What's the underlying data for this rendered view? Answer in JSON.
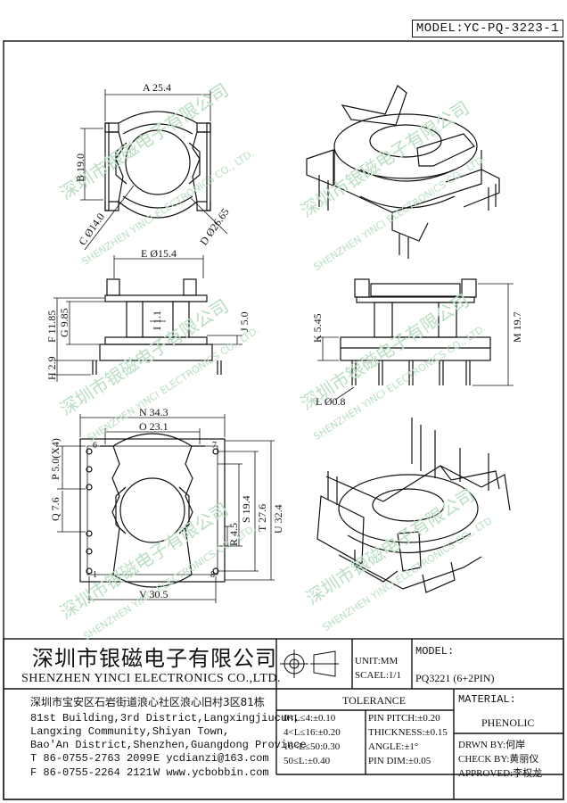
{
  "header": {
    "model_label": "MODEL:YC-PQ-3223-1"
  },
  "dimensions": {
    "top": {
      "a": "A 25.4",
      "b": "B 19.0",
      "c": "C Ø14.0",
      "d": "D Ø26.65"
    },
    "side": {
      "e": "E Ø15.4",
      "f": "F 11.85",
      "g": "G 9.85",
      "h": "H 2.9",
      "i": "I 1.1",
      "j": "J 5.0"
    },
    "front": {
      "k": "K 5.45",
      "l": "L Ø0.8",
      "m": "M 19.7"
    },
    "bottom": {
      "n": "N 34.3",
      "o": "O 23.1",
      "p": "P 5.0(X4)",
      "q": "Q 7.6",
      "r": "R 4.5",
      "s": "S 19.4",
      "t": "T 27.6",
      "u": "U 32.4",
      "v": "V 30.5"
    },
    "pins": {
      "p1": "1",
      "p6": "6",
      "p7": "7",
      "p8": "8"
    }
  },
  "watermark": {
    "cn": "深圳市银磁电子有限公司",
    "en": "SHENZHEN YINCI ELECTRONICS CO., LTD."
  },
  "title_block": {
    "company_cn": "深圳市银磁电子有限公司",
    "company_en": "SHENZHEN YINCI ELECTRONICS CO.,LTD.",
    "address_cn": "深圳市宝安区石岩街道浪心社区浪心旧村3区81栋",
    "address_en_1": "81st Building,3rd District,Langxingjiucun,",
    "address_en_2": "Langxing Community,Shiyan Town,",
    "address_en_3": "Bao'An District,Shenzhen,Guangdong Province",
    "tel": "T 86-0755-2763 2099",
    "email": "E ycdianzi@163.com",
    "fax": "F 86-0755-2264 2121",
    "web": "W www.ycbobbin.com",
    "unit": "UNIT:MM",
    "scale": "SCAEL:1/1",
    "model_header": "MODEL:",
    "model_value": "PQ3221 (6+2PIN)",
    "tolerance_header": "TOLERANCE",
    "tol_1": "0<L≤4:±0.10",
    "tol_2": "4<L≤16:±0.20",
    "tol_3": "16<L≤50:0.30",
    "tol_4": "50≤L:±0.40",
    "tol_5": "PIN PITCH:±0.20",
    "tol_6": "THICKNESS:±0.15",
    "tol_7": "ANGLE:±1°",
    "tol_8": "PIN DIM:±0.05",
    "material_header": "MATERIAL:",
    "material_value": "PHENOLIC",
    "drawn_by": "DRWN BY:何岸",
    "check_by": "CHECK BY:黄丽仪",
    "approved": "APPROVED:李权龙"
  }
}
